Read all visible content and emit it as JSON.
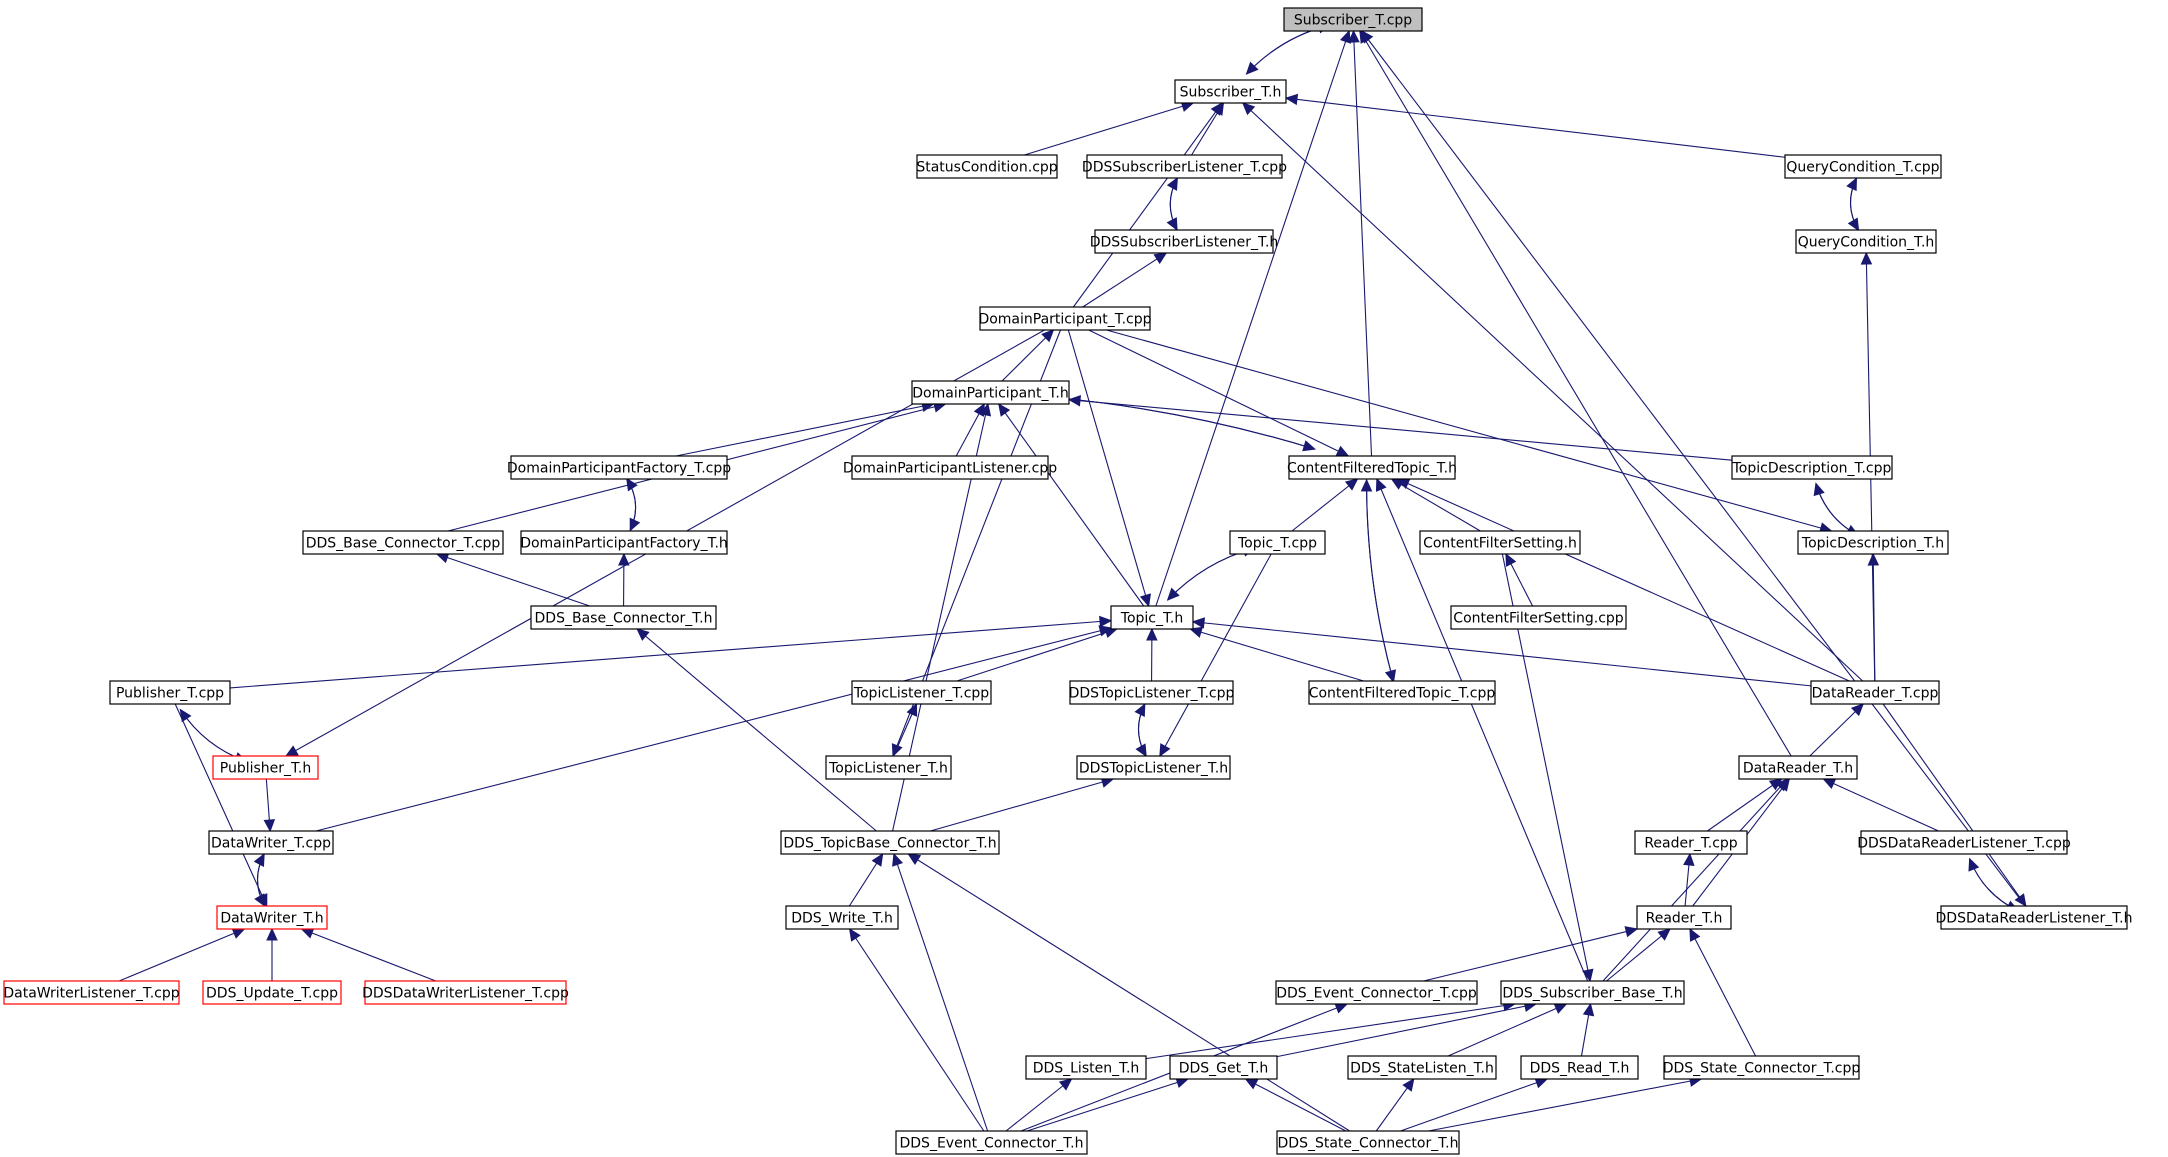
{
  "nodes": [
    {
      "id": "n0",
      "label": "Subscriber_T.cpp",
      "style": "root"
    },
    {
      "id": "n1",
      "label": "Subscriber_T.h",
      "style": ""
    },
    {
      "id": "n2",
      "label": "StatusCondition.cpp",
      "style": ""
    },
    {
      "id": "n3",
      "label": "DDSSubscriberListener_T.cpp",
      "style": ""
    },
    {
      "id": "n4",
      "label": "DDSSubscriberListener_T.h",
      "style": ""
    },
    {
      "id": "n5",
      "label": "QueryCondition_T.cpp",
      "style": ""
    },
    {
      "id": "n6",
      "label": "QueryCondition_T.h",
      "style": ""
    },
    {
      "id": "n7",
      "label": "DomainParticipant_T.cpp",
      "style": ""
    },
    {
      "id": "n8",
      "label": "DomainParticipant_T.h",
      "style": ""
    },
    {
      "id": "n9",
      "label": "DomainParticipantFactory_T.cpp",
      "style": ""
    },
    {
      "id": "n10",
      "label": "DomainParticipantListener.cpp",
      "style": ""
    },
    {
      "id": "n11",
      "label": "ContentFilteredTopic_T.h",
      "style": ""
    },
    {
      "id": "n12",
      "label": "TopicDescription_T.cpp",
      "style": ""
    },
    {
      "id": "n13",
      "label": "DDS_Base_Connector_T.cpp",
      "style": ""
    },
    {
      "id": "n14",
      "label": "DomainParticipantFactory_T.h",
      "style": ""
    },
    {
      "id": "n15",
      "label": "Topic_T.cpp",
      "style": ""
    },
    {
      "id": "n16",
      "label": "ContentFilterSetting.h",
      "style": ""
    },
    {
      "id": "n17",
      "label": "TopicDescription_T.h",
      "style": ""
    },
    {
      "id": "n18",
      "label": "DDS_Base_Connector_T.h",
      "style": ""
    },
    {
      "id": "n19",
      "label": "Topic_T.h",
      "style": ""
    },
    {
      "id": "n20",
      "label": "ContentFilterSetting.cpp",
      "style": ""
    },
    {
      "id": "n21",
      "label": "Publisher_T.cpp",
      "style": ""
    },
    {
      "id": "n22",
      "label": "TopicListener_T.cpp",
      "style": ""
    },
    {
      "id": "n23",
      "label": "DDSTopicListener_T.cpp",
      "style": ""
    },
    {
      "id": "n24",
      "label": "ContentFilteredTopic_T.cpp",
      "style": ""
    },
    {
      "id": "n25",
      "label": "DataReader_T.cpp",
      "style": ""
    },
    {
      "id": "n26",
      "label": "Publisher_T.h",
      "style": "red"
    },
    {
      "id": "n27",
      "label": "TopicListener_T.h",
      "style": ""
    },
    {
      "id": "n28",
      "label": "DDSTopicListener_T.h",
      "style": ""
    },
    {
      "id": "n29",
      "label": "DataReader_T.h",
      "style": ""
    },
    {
      "id": "n30",
      "label": "DataWriter_T.cpp",
      "style": ""
    },
    {
      "id": "n31",
      "label": "DDS_TopicBase_Connector_T.h",
      "style": ""
    },
    {
      "id": "n32",
      "label": "Reader_T.cpp",
      "style": ""
    },
    {
      "id": "n33",
      "label": "DDSDataReaderListener_T.cpp",
      "style": ""
    },
    {
      "id": "n34",
      "label": "DataWriter_T.h",
      "style": "red"
    },
    {
      "id": "n35",
      "label": "DDS_Write_T.h",
      "style": ""
    },
    {
      "id": "n36",
      "label": "Reader_T.h",
      "style": ""
    },
    {
      "id": "n37",
      "label": "DDSDataReaderListener_T.h",
      "style": ""
    },
    {
      "id": "n38",
      "label": "DataWriterListener_T.cpp",
      "style": "red"
    },
    {
      "id": "n39",
      "label": "DDS_Update_T.cpp",
      "style": "red"
    },
    {
      "id": "n40",
      "label": "DDSDataWriterListener_T.cpp",
      "style": "red"
    },
    {
      "id": "n41",
      "label": "DDS_Event_Connector_T.cpp",
      "style": ""
    },
    {
      "id": "n42",
      "label": "DDS_Subscriber_Base_T.h",
      "style": ""
    },
    {
      "id": "n43",
      "label": "DDS_Listen_T.h",
      "style": ""
    },
    {
      "id": "n44",
      "label": "DDS_Get_T.h",
      "style": ""
    },
    {
      "id": "n45",
      "label": "DDS_StateListen_T.h",
      "style": ""
    },
    {
      "id": "n46",
      "label": "DDS_Read_T.h",
      "style": ""
    },
    {
      "id": "n47",
      "label": "DDS_State_Connector_T.cpp",
      "style": ""
    },
    {
      "id": "n48",
      "label": "DDS_Event_Connector_T.h",
      "style": ""
    },
    {
      "id": "n49",
      "label": "DDS_State_Connector_T.h",
      "style": ""
    }
  ],
  "edges": [
    [
      "n1",
      "n0"
    ],
    [
      "n0",
      "n1"
    ],
    [
      "n19",
      "n0"
    ],
    [
      "n11",
      "n0"
    ],
    [
      "n29",
      "n0"
    ],
    [
      "n37",
      "n0"
    ],
    [
      "n2",
      "n1"
    ],
    [
      "n3",
      "n1"
    ],
    [
      "n5",
      "n1"
    ],
    [
      "n7",
      "n1"
    ],
    [
      "n25",
      "n1"
    ],
    [
      "n4",
      "n3"
    ],
    [
      "n3",
      "n4"
    ],
    [
      "n6",
      "n5"
    ],
    [
      "n5",
      "n6"
    ],
    [
      "n7",
      "n4"
    ],
    [
      "n25",
      "n6"
    ],
    [
      "n8",
      "n7"
    ],
    [
      "n7",
      "n19"
    ],
    [
      "n7",
      "n11"
    ],
    [
      "n7",
      "n26"
    ],
    [
      "n7",
      "n27"
    ],
    [
      "n7",
      "n17"
    ],
    [
      "n9",
      "n8"
    ],
    [
      "n10",
      "n8"
    ],
    [
      "n11",
      "n8"
    ],
    [
      "n12",
      "n8"
    ],
    [
      "n13",
      "n8"
    ],
    [
      "n19",
      "n8"
    ],
    [
      "n31",
      "n8"
    ],
    [
      "n8",
      "n11"
    ],
    [
      "n14",
      "n9"
    ],
    [
      "n9",
      "n14"
    ],
    [
      "n18",
      "n14"
    ],
    [
      "n18",
      "n13"
    ],
    [
      "n15",
      "n11"
    ],
    [
      "n16",
      "n11"
    ],
    [
      "n24",
      "n11"
    ],
    [
      "n11",
      "n24"
    ],
    [
      "n25",
      "n11"
    ],
    [
      "n42",
      "n11"
    ],
    [
      "n17",
      "n12"
    ],
    [
      "n12",
      "n17"
    ],
    [
      "n25",
      "n17"
    ],
    [
      "n20",
      "n16"
    ],
    [
      "n16",
      "n42"
    ],
    [
      "n15",
      "n19"
    ],
    [
      "n19",
      "n15"
    ],
    [
      "n15",
      "n28"
    ],
    [
      "n21",
      "n19"
    ],
    [
      "n22",
      "n19"
    ],
    [
      "n23",
      "n19"
    ],
    [
      "n24",
      "n19"
    ],
    [
      "n25",
      "n19"
    ],
    [
      "n30",
      "n19"
    ],
    [
      "n26",
      "n21"
    ],
    [
      "n21",
      "n26"
    ],
    [
      "n21",
      "n34"
    ],
    [
      "n27",
      "n22"
    ],
    [
      "n28",
      "n23"
    ],
    [
      "n23",
      "n28"
    ],
    [
      "n29",
      "n25"
    ],
    [
      "n25",
      "n37"
    ],
    [
      "n31",
      "n18"
    ],
    [
      "n31",
      "n28"
    ],
    [
      "n26",
      "n30"
    ],
    [
      "n34",
      "n30"
    ],
    [
      "n30",
      "n34"
    ],
    [
      "n32",
      "n29"
    ],
    [
      "n33",
      "n29"
    ],
    [
      "n36",
      "n29"
    ],
    [
      "n42",
      "n29"
    ],
    [
      "n36",
      "n32"
    ],
    [
      "n37",
      "n33"
    ],
    [
      "n33",
      "n37"
    ],
    [
      "n38",
      "n34"
    ],
    [
      "n39",
      "n34"
    ],
    [
      "n40",
      "n34"
    ],
    [
      "n35",
      "n31"
    ],
    [
      "n48",
      "n31"
    ],
    [
      "n49",
      "n31"
    ],
    [
      "n48",
      "n35"
    ],
    [
      "n41",
      "n36"
    ],
    [
      "n42",
      "n36"
    ],
    [
      "n47",
      "n36"
    ],
    [
      "n43",
      "n42"
    ],
    [
      "n44",
      "n42"
    ],
    [
      "n45",
      "n42"
    ],
    [
      "n46",
      "n42"
    ],
    [
      "n48",
      "n41"
    ],
    [
      "n48",
      "n43"
    ],
    [
      "n48",
      "n44"
    ],
    [
      "n49",
      "n44"
    ],
    [
      "n49",
      "n45"
    ],
    [
      "n49",
      "n46"
    ],
    [
      "n49",
      "n47"
    ]
  ]
}
